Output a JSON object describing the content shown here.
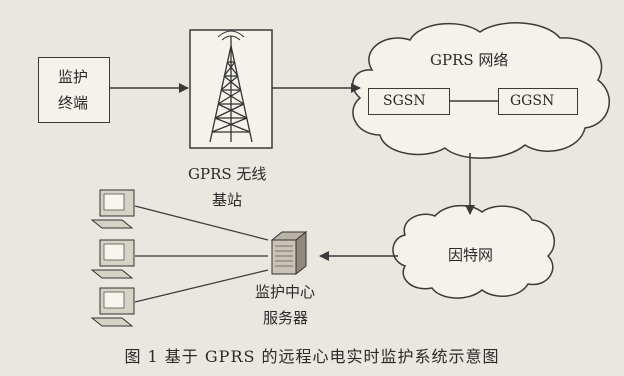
{
  "figure": {
    "caption": "图 1 基于 GPRS 的远程心电实时监护系统示意图",
    "nodes": {
      "monitor_terminal": [
        "监护",
        "终端"
      ],
      "base_station": [
        "GPRS 无线",
        "基站"
      ],
      "gprs_network": {
        "title": "GPRS 网络",
        "sgsn": "SGSN",
        "ggsn": "GGSN"
      },
      "internet": "因特网",
      "server": [
        "监护中心",
        "服务器"
      ]
    },
    "icons": {
      "tower": "radio-tower-icon",
      "server": "server-icon",
      "computer": "computer-icon"
    },
    "colors": {
      "background": "#e9e7df",
      "line": "#3a3a3a",
      "cloud_fill": "#f4f2ea"
    }
  }
}
